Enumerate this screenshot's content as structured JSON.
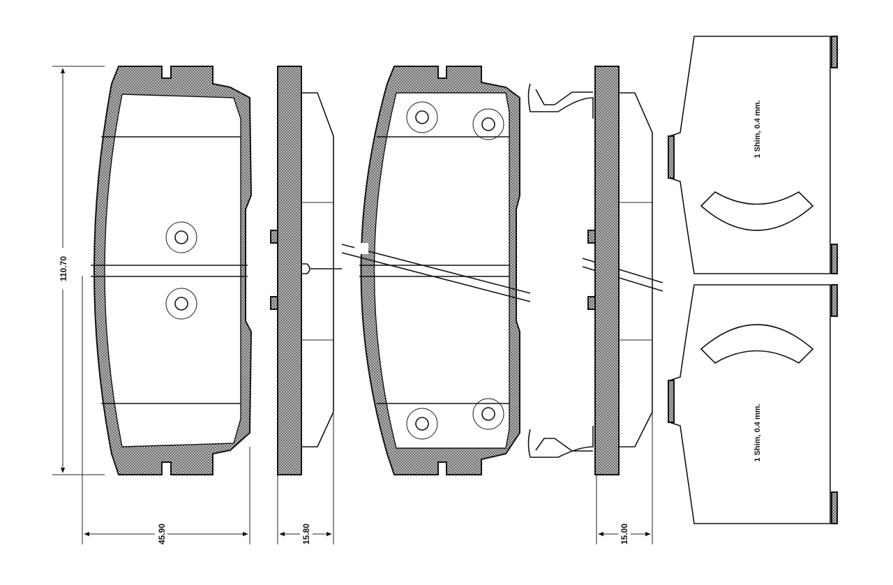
{
  "drawing": {
    "dimensions": {
      "height": "110.70",
      "width": "45.90",
      "thickness_inner": "15.80",
      "thickness_outer": "15.00"
    },
    "shims": [
      {
        "label": "1 Shim, 0.4 mm."
      },
      {
        "label": "1 Shim, 0.4 mm."
      }
    ]
  }
}
